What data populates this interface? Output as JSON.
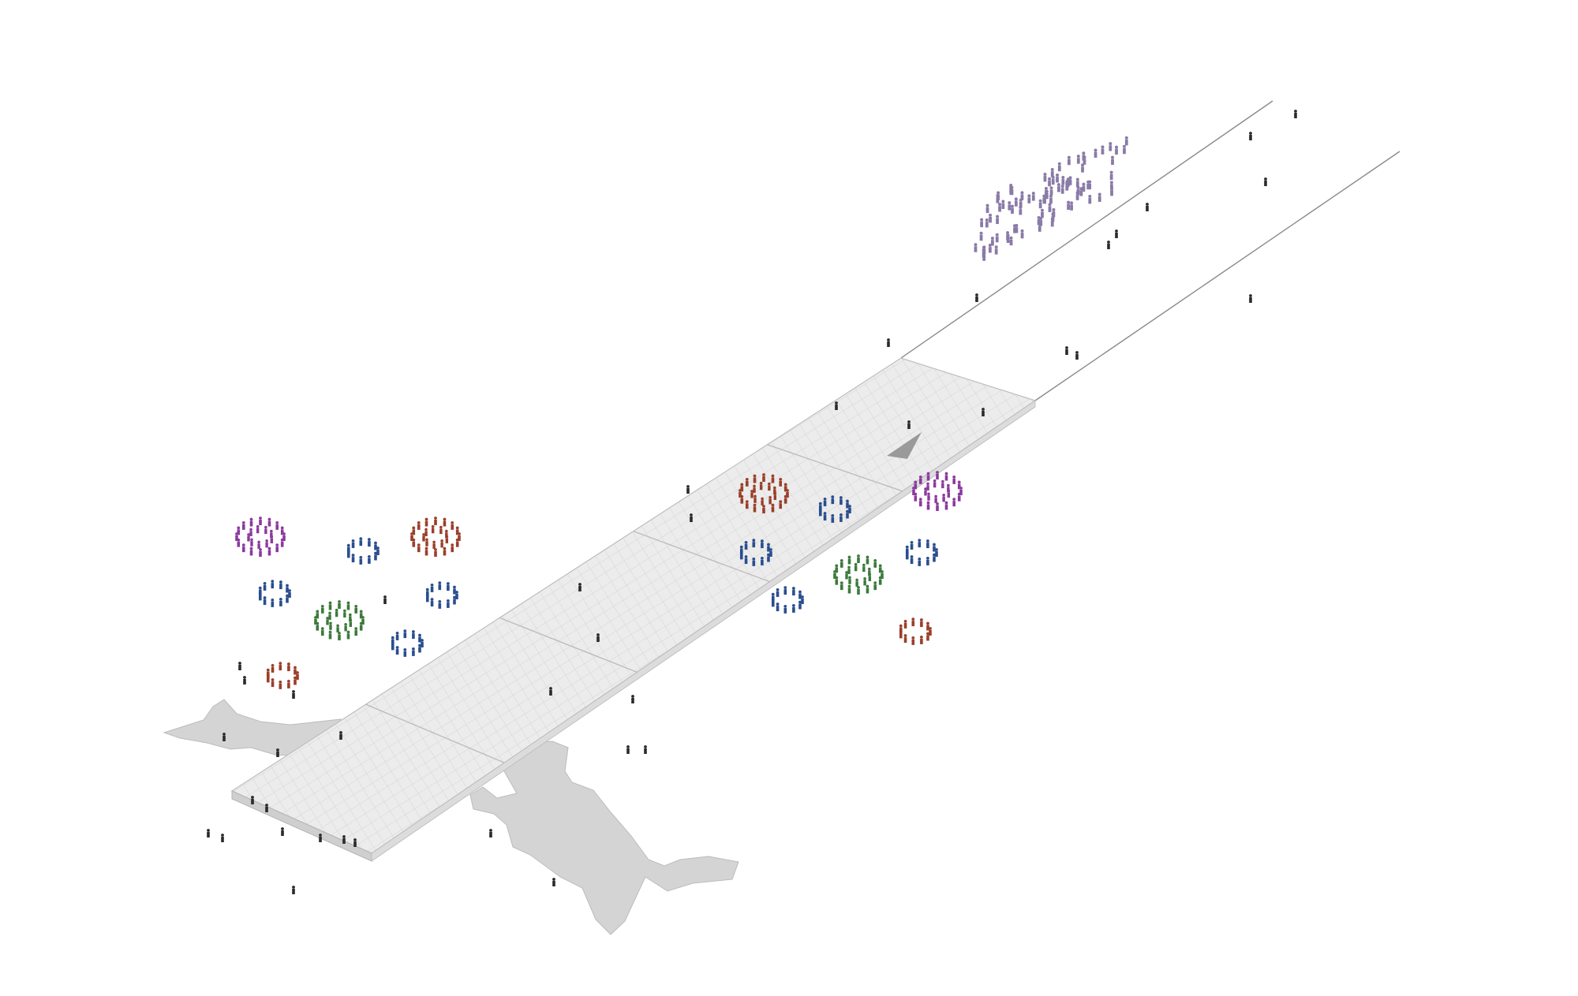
{
  "diagram": {
    "style": "axonometric-site-plan",
    "colors": {
      "background": "#ffffff",
      "deck_fill": "#ececec",
      "deck_grid": "#d2d2d2",
      "deck_edge": "#bdbdbd",
      "shore_fill": "#d4d4d4",
      "rail_line": "#8a8a8a",
      "figure_dark": "#2a2a2a",
      "ring_purple": "#8b3a9e",
      "ring_blue": "#2a4e8e",
      "ring_red": "#9a3f2a",
      "ring_green": "#3c7a3a",
      "crowd_purple": "#8a7aa8"
    },
    "ring_groups": [
      {
        "color": "purple",
        "size": "large"
      },
      {
        "color": "blue",
        "size": "small"
      },
      {
        "color": "red",
        "size": "large"
      },
      {
        "color": "blue",
        "size": "small"
      },
      {
        "color": "green",
        "size": "large"
      },
      {
        "color": "blue",
        "size": "small"
      },
      {
        "color": "blue",
        "size": "small"
      },
      {
        "color": "red",
        "size": "small"
      },
      {
        "color": "red",
        "size": "large"
      },
      {
        "color": "blue",
        "size": "small"
      },
      {
        "color": "purple",
        "size": "large"
      },
      {
        "color": "blue",
        "size": "small"
      },
      {
        "color": "blue",
        "size": "small"
      },
      {
        "color": "green",
        "size": "large"
      },
      {
        "color": "blue",
        "size": "small"
      },
      {
        "color": "red",
        "size": "small"
      }
    ],
    "crowd": {
      "color": "purple",
      "count": 90
    }
  }
}
